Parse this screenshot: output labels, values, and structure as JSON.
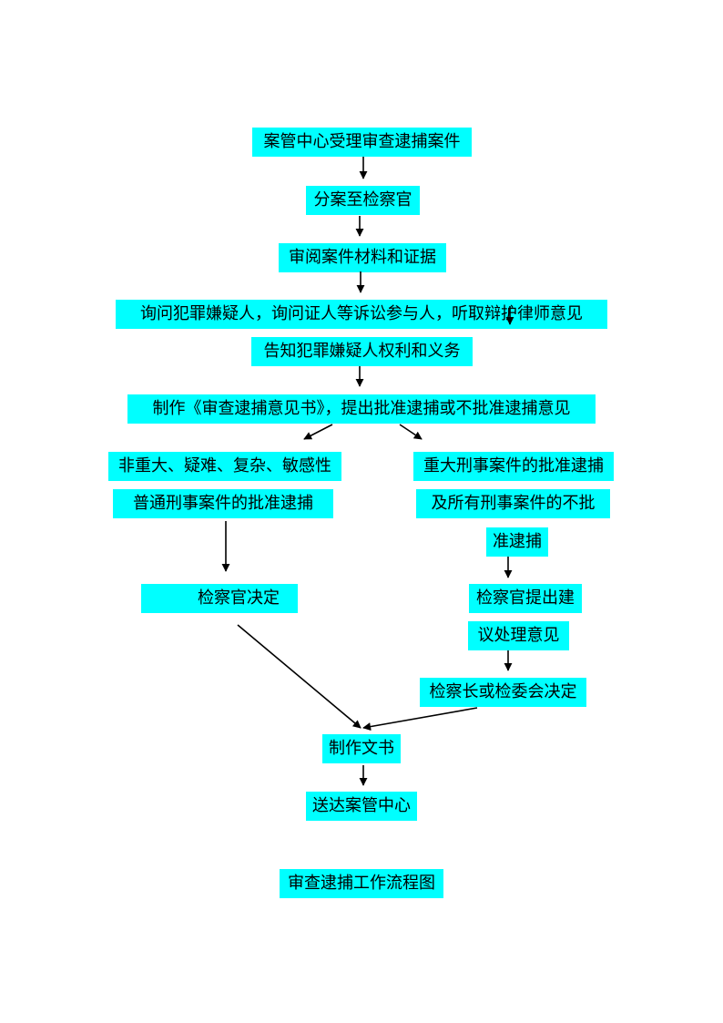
{
  "nodes": {
    "n1": "案管中心受理审查逮捕案件",
    "n2": "分案至检察官",
    "n3": "审阅案件材料和证据",
    "n4": "询问犯罪嫌疑人，询问证人等诉讼参与人，听取辩护律师意见",
    "n5": "告知犯罪嫌疑人权利和义务",
    "n6": "制作《审查逮捕意见书》，提出批准逮捕或不批准逮捕意见",
    "left1": "非重大、疑难、复杂、敏感性",
    "left2": "普通刑事案件的批准逮捕",
    "left3": "检察官决定",
    "right1": "重大刑事案件的批准逮捕",
    "right2": "及所有刑事案件的不批",
    "right3": "准逮捕",
    "right4": "检察官提出建",
    "right5": "议处理意见",
    "right6": "检察长或检委会决定",
    "n7": "制作文书",
    "n8": "送达案管中心"
  },
  "caption": "审查逮捕工作流程图",
  "colors": {
    "box": "#00ffff",
    "line": "#000000"
  }
}
